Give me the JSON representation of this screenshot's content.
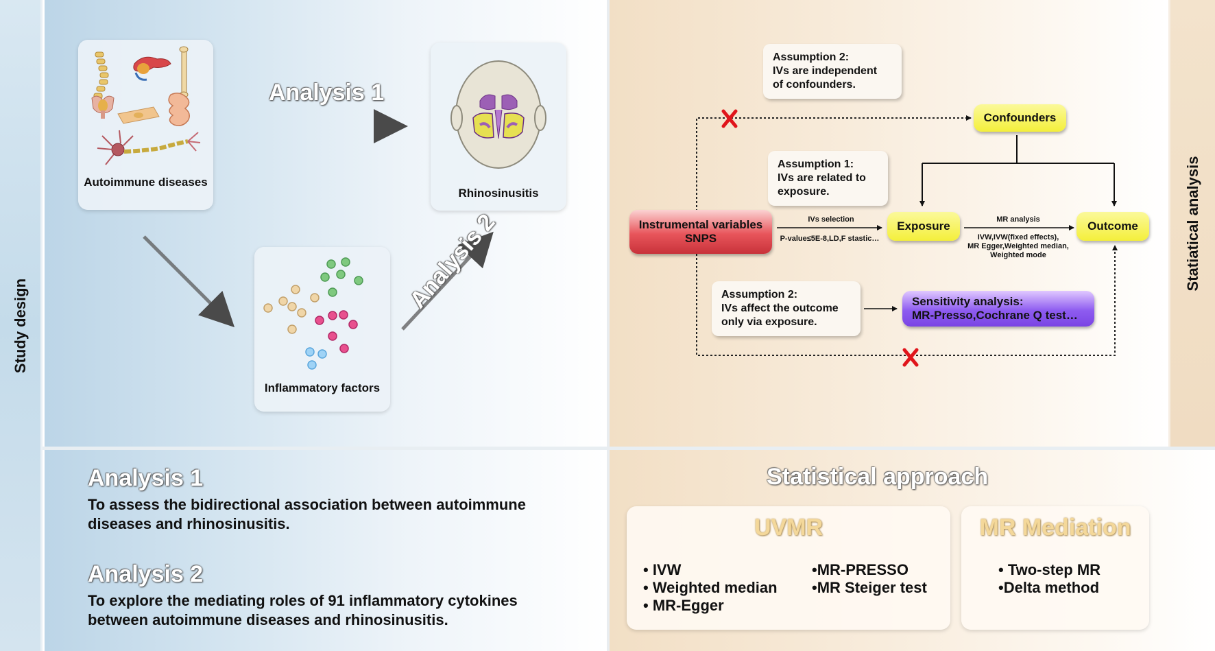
{
  "side_labels": {
    "left": "Study design",
    "right": "Statiatical analysis"
  },
  "study_design": {
    "autoimmune_label": "Autoimmune diseases",
    "rhinosinusitis_label": "Rhinosinusitis",
    "inflammatory_label": "Inflammatory factors",
    "analysis1_arrow_label": "Analysis 1",
    "analysis2_arrow_label": "Analysis 2"
  },
  "mr_diagram": {
    "assumption2_confounders": [
      "Assumption 2:",
      "IVs are independent",
      "of confounders."
    ],
    "assumption1_exposure": [
      "Assumption 1:",
      "IVs are related to",
      "exposure."
    ],
    "assumption2_outcome": [
      "Assumption 2:",
      "IVs affect the outcome",
      "only via exposure."
    ],
    "confounders": "Confounders",
    "instrumental_variables": [
      "Instrumental variables",
      "SNPS"
    ],
    "exposure": "Exposure",
    "outcome": "Outcome",
    "ivs_selection": "IVs selection",
    "ivs_criteria": "P-value≤5E-8,LD,F stastic…",
    "mr_analysis": "MR analysis",
    "mr_methods": [
      "IVW,IVW(fixed effects),",
      "MR Egger,Weighted median,",
      "Weighted mode"
    ],
    "sensitivity": [
      "Sensitivity analysis:",
      "MR-Presso,Cochrane Q test…"
    ],
    "colors": {
      "yellow": "#f4ef3b",
      "red": "#d8444b",
      "purple": "#8552ec",
      "cross": "#e0151b"
    }
  },
  "analyses": {
    "analysis1_title": "Analysis 1",
    "analysis1_desc": [
      "To assess the bidirectional association between autoimmune",
      "diseases and rhinosinusitis."
    ],
    "analysis2_title": "Analysis 2",
    "analysis2_desc": [
      "To explore the mediating roles of 91 inflammatory cytokines",
      "between autoimmune diseases and rhinosinusitis."
    ]
  },
  "statistical_approach": {
    "title": "Statistical approach",
    "uvmr_title": "UVMR",
    "uvmr_col1": [
      "• IVW",
      "• Weighted median",
      "• MR-Egger"
    ],
    "uvmr_col2": [
      "•MR-PRESSO",
      "•MR Steiger test"
    ],
    "mediation_title": "MR Mediation",
    "mediation_items": [
      "• Two-step MR",
      "•Delta method"
    ]
  }
}
